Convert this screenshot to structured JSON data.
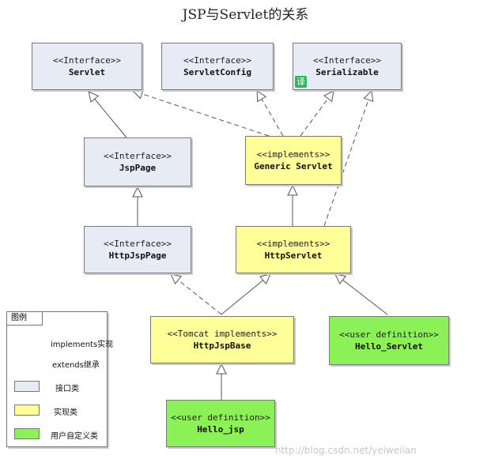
{
  "title": "JSP与Servlet的关系",
  "nodes": {
    "servlet": {
      "stereotype": "<<Interface>>",
      "name": "Servlet"
    },
    "servlet_config": {
      "stereotype": "<<Interface>>",
      "name": "ServletConfig"
    },
    "serializable": {
      "stereotype": "<<Interface>>",
      "name": "Serializable",
      "badge": "译"
    },
    "jsp_page": {
      "stereotype": "<<Interface>>",
      "name": "JspPage"
    },
    "generic_servlet": {
      "stereotype": "<<implements>>",
      "name": "Generic Servlet"
    },
    "http_jsp_page": {
      "stereotype": "<<Interface>>",
      "name": "HttpJspPage"
    },
    "http_servlet": {
      "stereotype": "<<implements>>",
      "name": "HttpServlet"
    },
    "http_jsp_base": {
      "stereotype": "<<Tomcat implements>>",
      "name": "HttpJspBase"
    },
    "hello_servlet": {
      "stereotype": "<<user definition>>",
      "name": "Hello_Servlet"
    },
    "hello_jsp": {
      "stereotype": "<<user definition>>",
      "name": "Hello_jsp"
    }
  },
  "legend": {
    "title": "图例",
    "implements": "implements实现",
    "extends": "extends继承",
    "interface": "接口类",
    "implementation": "实现类",
    "user_defined": "用户自定义类"
  },
  "colors": {
    "interface": "#e6ebf5",
    "implementation": "#ffff99",
    "user_defined": "#8cf057",
    "border": "#7a7a7a"
  },
  "watermark": "http://blog.csdn.net/yeiweilan"
}
